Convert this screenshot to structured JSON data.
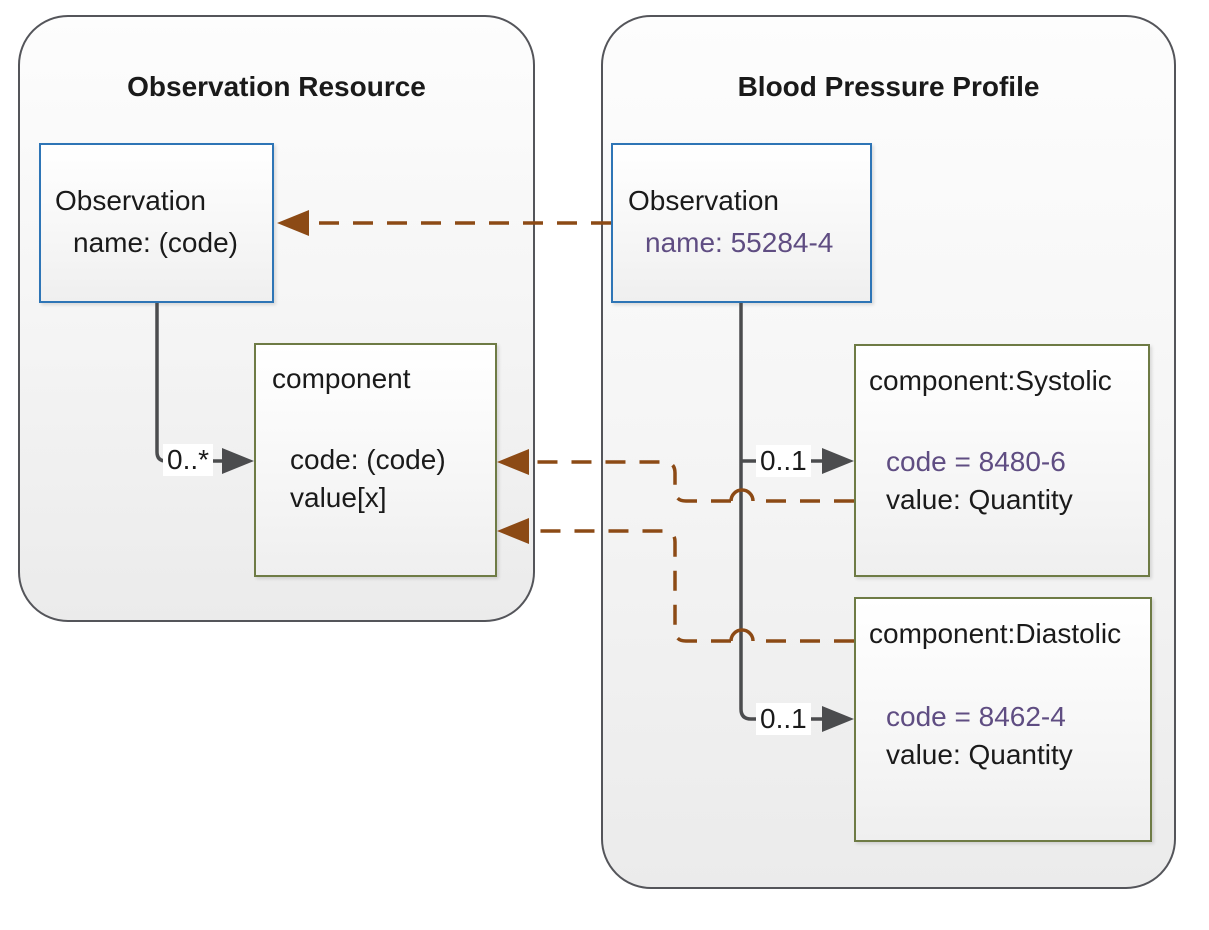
{
  "colors": {
    "entity_blue": "#2e75b6",
    "attribute_olive": "#6e7b45",
    "connector_gray": "#4b4c4e",
    "mapping_brown": "#8c4a15",
    "fixed_value_purple": "#5f4d82"
  },
  "left_panel": {
    "title": "Observation Resource",
    "observation_box": {
      "name": "Observation",
      "attr": "name: (code)"
    },
    "component_box": {
      "name": "component",
      "attr_code": "code: (code)",
      "attr_value": "value[x]"
    },
    "multiplicity": "0..*"
  },
  "right_panel": {
    "title": "Blood Pressure Profile",
    "observation_box": {
      "name": "Observation",
      "attr": "name: 55284-4"
    },
    "systolic_box": {
      "name": "component:Systolic",
      "attr_code": "code = 8480-6",
      "attr_value": "value: Quantity"
    },
    "diastolic_box": {
      "name": "component:Diastolic",
      "attr_code": "code = 8462-4",
      "attr_value": "value: Quantity"
    },
    "systolic_multiplicity": "0..1",
    "diastolic_multiplicity": "0..1"
  }
}
